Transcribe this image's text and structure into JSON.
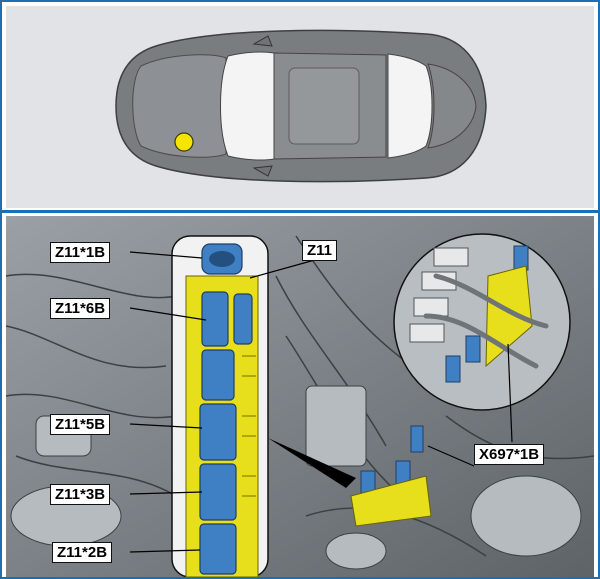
{
  "labels": {
    "z11_1b": "Z11*1B",
    "z11": "Z11",
    "z11_6b": "Z11*6B",
    "z11_5b": "Z11*5B",
    "z11_3b": "Z11*3B",
    "z11_2b": "Z11*2B",
    "x697_1b": "X697*1B"
  },
  "colors": {
    "border": "#1a6fb5",
    "marker": "#f4e400",
    "connector_blue": "#3f7fc3",
    "bracket_yellow": "#e8df1c"
  }
}
